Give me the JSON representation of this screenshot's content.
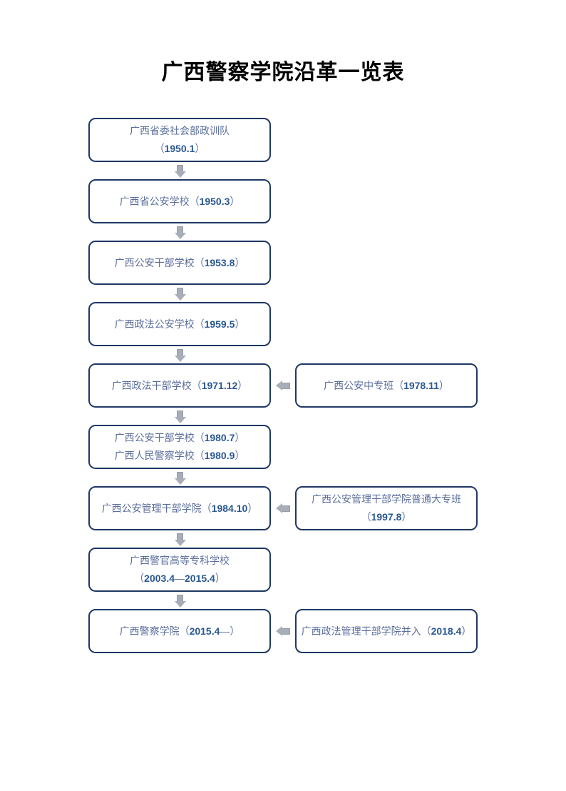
{
  "page": {
    "title": "广西警察学院沿革一览表"
  },
  "flowchart": {
    "main_nodes": [
      {
        "lines": [
          "广西省委社会部政训队",
          "（1950.1）"
        ]
      },
      {
        "lines": [
          "广西省公安学校（1950.3）"
        ]
      },
      {
        "lines": [
          "广西公安干部学校（1953.8）"
        ]
      },
      {
        "lines": [
          "广西政法公安学校（1959.5）"
        ]
      },
      {
        "lines": [
          "广西政法干部学校（1971.12）"
        ]
      },
      {
        "lines": [
          "广西公安干部学校（1980.7）",
          "广西人民警察学校（1980.9）"
        ]
      },
      {
        "lines": [
          "广西公安管理干部学院（1984.10）"
        ]
      },
      {
        "lines": [
          "广西警官高等专科学校",
          "（2003.4—2015.4）"
        ]
      },
      {
        "lines": [
          "广西警察学院（2015.4—）"
        ]
      }
    ],
    "side_nodes": [
      {
        "lines": [
          "广西公安中专班（1978.11）"
        ],
        "merges_into": "广西政法干部学校（1971.12）"
      },
      {
        "lines": [
          "广西公安管理干部学院普通大专班",
          "（1997.8）"
        ],
        "merges_into": "广西公安管理干部学院（1984.10）"
      },
      {
        "lines": [
          "广西政法管理干部学院并入（2018.4）"
        ],
        "merges_into": "广西警察学院（2015.4—）"
      }
    ],
    "colors": {
      "box_border": "#1F3864",
      "chinese_text": "#5B6E9C",
      "number_text": "#2A5891",
      "arrow": "#A8AEB7",
      "title_text": "#000000",
      "background": "#FFFFFF"
    }
  }
}
